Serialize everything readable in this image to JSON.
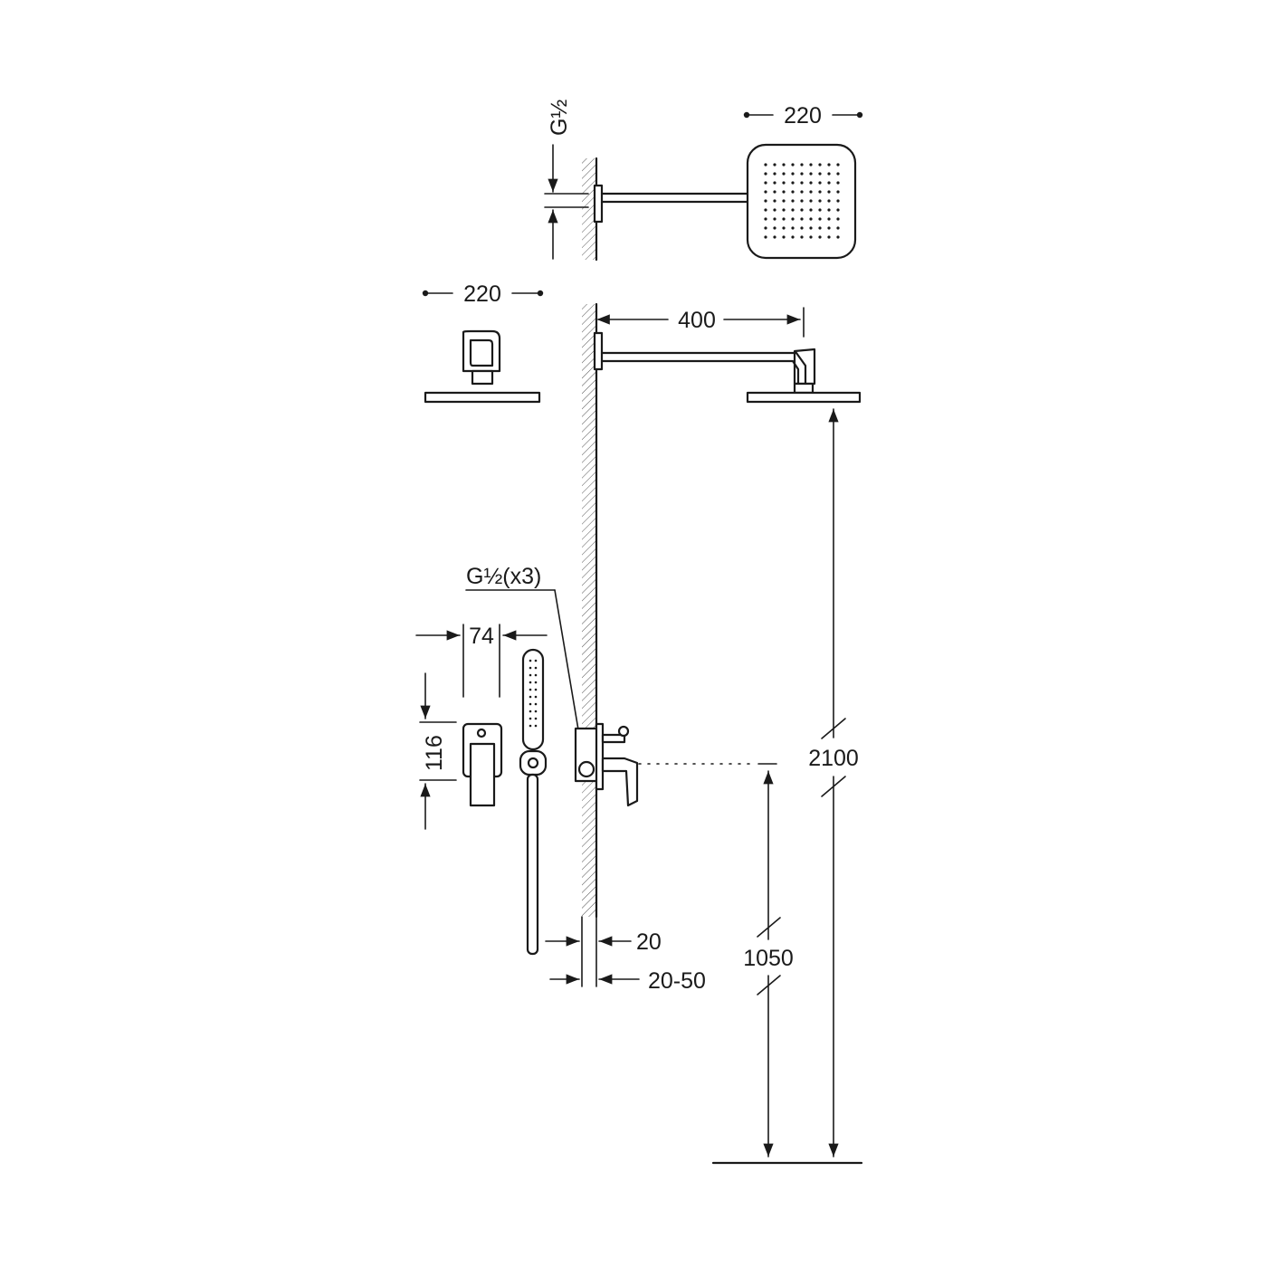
{
  "diagram": {
    "dimensions": {
      "rain_head_width_top": "220",
      "rain_head_width_side": "220",
      "thread_top": "G½",
      "arm_length": "400",
      "thread_valve": "G½(x3)",
      "handle_width": "74",
      "handle_height": "116",
      "wall_offset": "20",
      "wall_depth": "20-50",
      "height_valve": "1050",
      "height_head": "2100"
    },
    "colors": {
      "line": "#1a1a1a",
      "background": "#ffffff"
    }
  }
}
